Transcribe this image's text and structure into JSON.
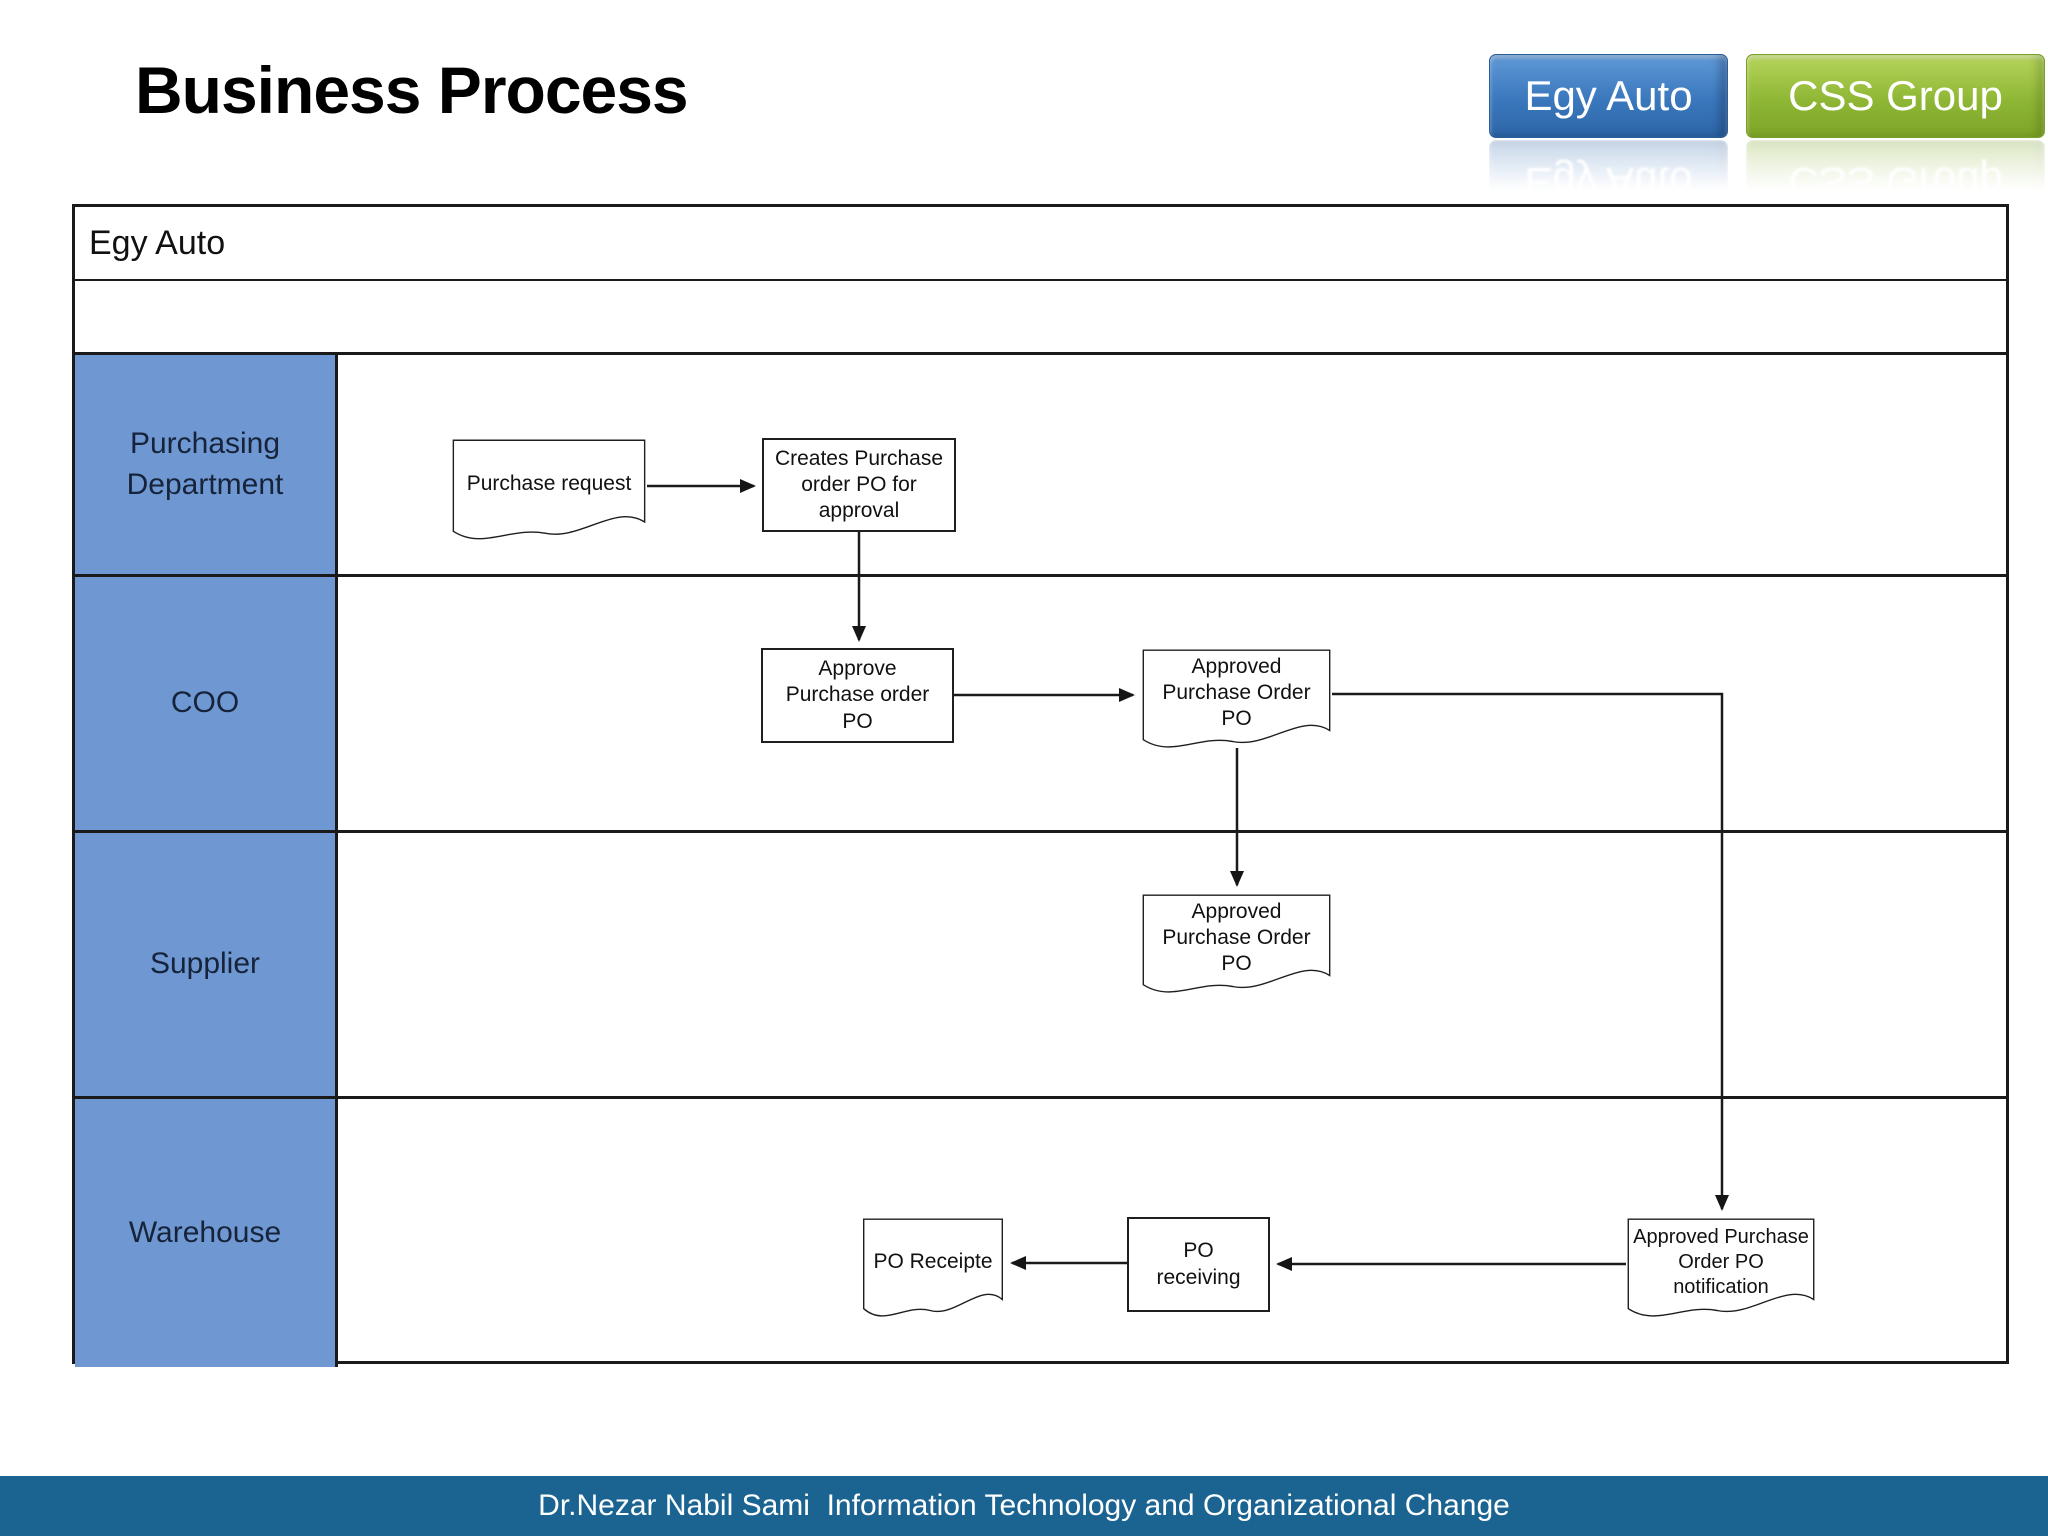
{
  "title": "Business Process",
  "buttons": [
    {
      "label": "Egy Auto",
      "color": "#3a77bc"
    },
    {
      "label": "CSS Group",
      "color": "#8fb735"
    }
  ],
  "diagram": {
    "header": "Egy Auto",
    "lane_label_bg": "#6f98d3",
    "lanes": [
      {
        "label": "Purchasing Department"
      },
      {
        "label": "COO"
      },
      {
        "label": "Supplier"
      },
      {
        "label": "Warehouse"
      }
    ],
    "shapes": [
      {
        "id": "purchase-request",
        "type": "document",
        "lane": "Purchasing Department",
        "label": "Purchase request"
      },
      {
        "id": "creates-po",
        "type": "process",
        "lane": "Purchasing Department",
        "label": "Creates Purchase order PO for approval"
      },
      {
        "id": "approve-po",
        "type": "process",
        "lane": "COO",
        "label": "Approve Purchase order PO"
      },
      {
        "id": "approved-po-coo",
        "type": "document",
        "lane": "COO",
        "label": "Approved Purchase Order PO"
      },
      {
        "id": "approved-po-supplier",
        "type": "document",
        "lane": "Supplier",
        "label": "Approved Purchase Order PO"
      },
      {
        "id": "po-receipte",
        "type": "document",
        "lane": "Warehouse",
        "label": "PO Receipte"
      },
      {
        "id": "po-receiving",
        "type": "process",
        "lane": "Warehouse",
        "label": "PO receiving"
      },
      {
        "id": "approved-po-notification",
        "type": "document",
        "lane": "Warehouse",
        "label": "Approved Purchase Order PO notification"
      }
    ]
  },
  "footer": {
    "text": "Dr.Nezar Nabil Sami  Information Technology and Organizational Change",
    "bg": "#1b6492"
  }
}
